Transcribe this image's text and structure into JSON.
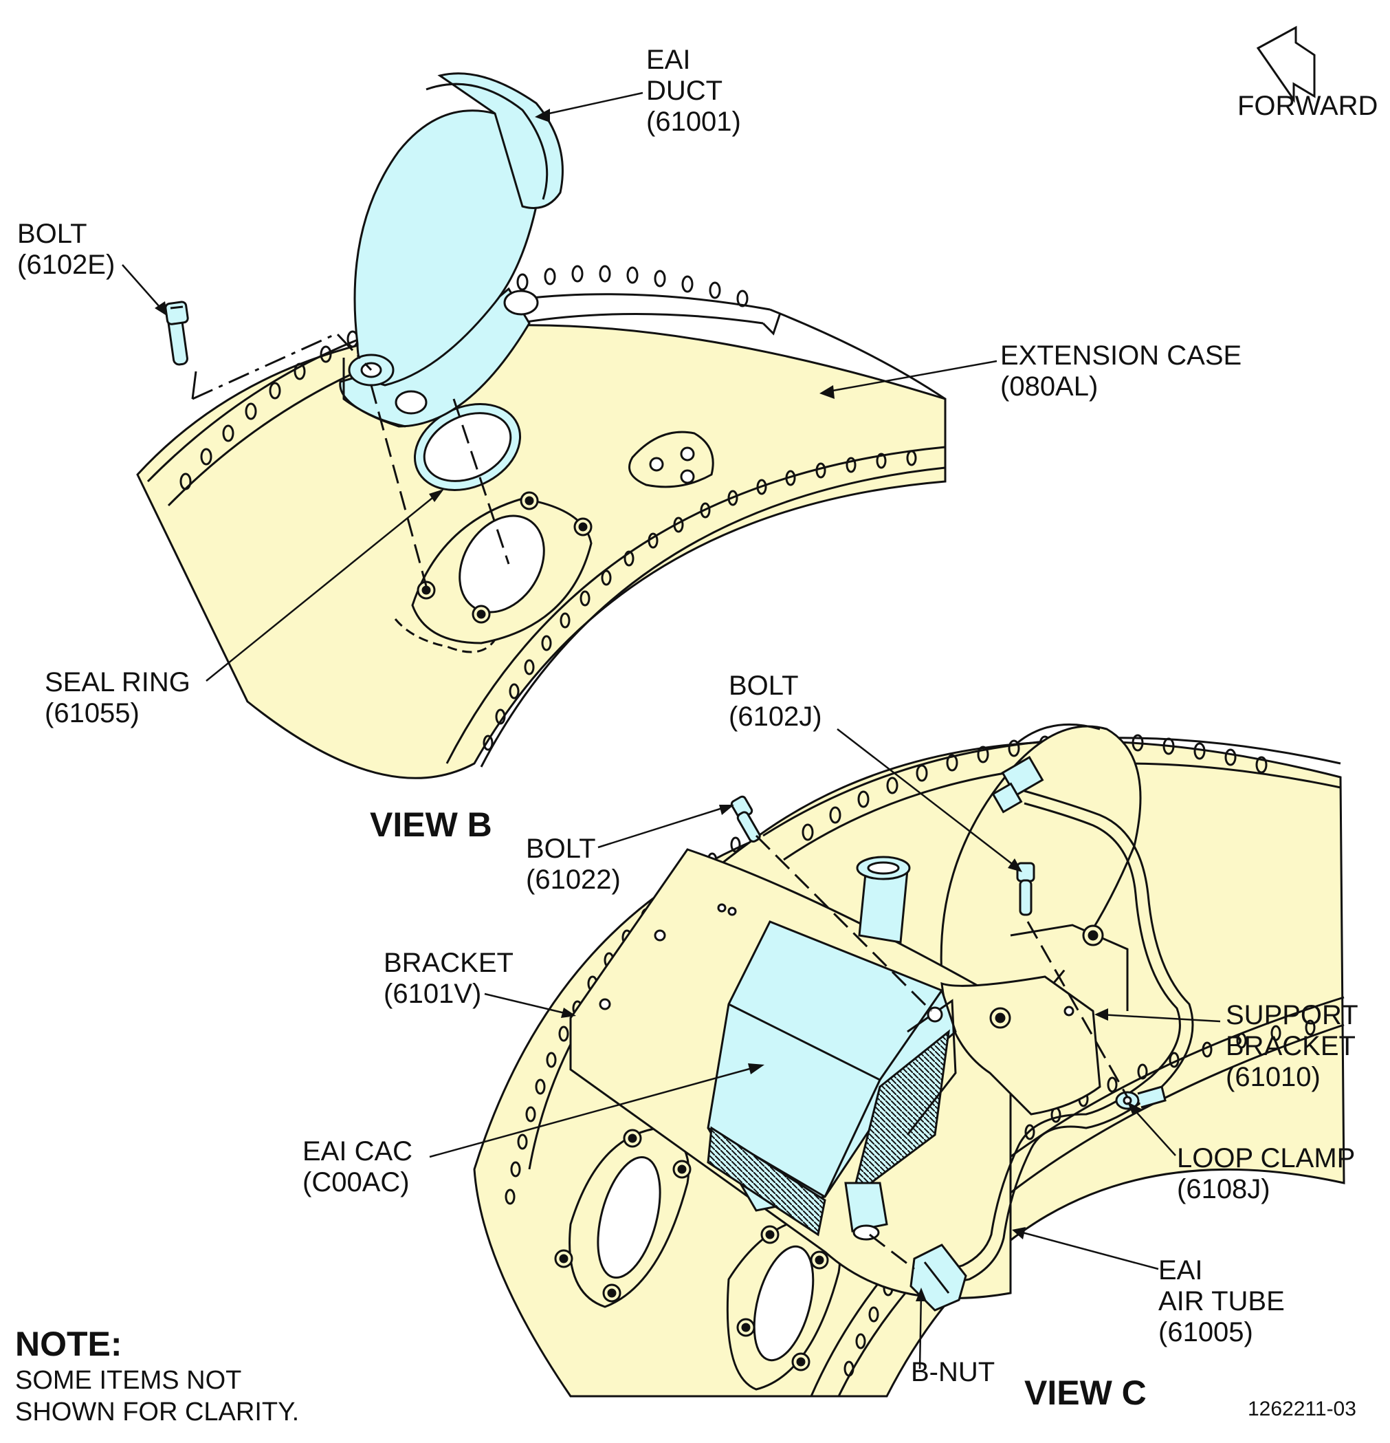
{
  "colors": {
    "case_fill": "#fcf8c8",
    "part_fill": "#cdf7fa",
    "ink": "#111111"
  },
  "compass": {
    "label": "FORWARD",
    "icon": "forward-arrow-icon"
  },
  "view_b": {
    "title": "VIEW B",
    "labels": {
      "eai_duct": [
        "EAI",
        "DUCT",
        "(61001)"
      ],
      "bolt": [
        "BOLT",
        "(6102E)"
      ],
      "extension_case": [
        "EXTENSION CASE",
        "(080AL)"
      ],
      "seal_ring": [
        "SEAL RING",
        "(61055)"
      ]
    }
  },
  "view_c": {
    "title": "VIEW C",
    "labels": {
      "bolt_j": [
        "BOLT",
        "(6102J)"
      ],
      "bolt_22": [
        "BOLT",
        "(61022)"
      ],
      "bracket": [
        "BRACKET",
        "(6101V)"
      ],
      "support_bracket": [
        "SUPPORT",
        "BRACKET",
        "(61010)"
      ],
      "eai_cac": [
        "EAI CAC",
        "(C00AC)"
      ],
      "loop_clamp": [
        "LOOP CLAMP",
        "(6108J)"
      ],
      "eai_air_tube": [
        "EAI",
        "AIR TUBE",
        "(61005)"
      ],
      "b_nut": [
        "B-NUT"
      ]
    }
  },
  "note": {
    "heading": "NOTE:",
    "lines": [
      "SOME ITEMS NOT",
      "SHOWN FOR CLARITY."
    ]
  },
  "figure_number": "1262211-03"
}
